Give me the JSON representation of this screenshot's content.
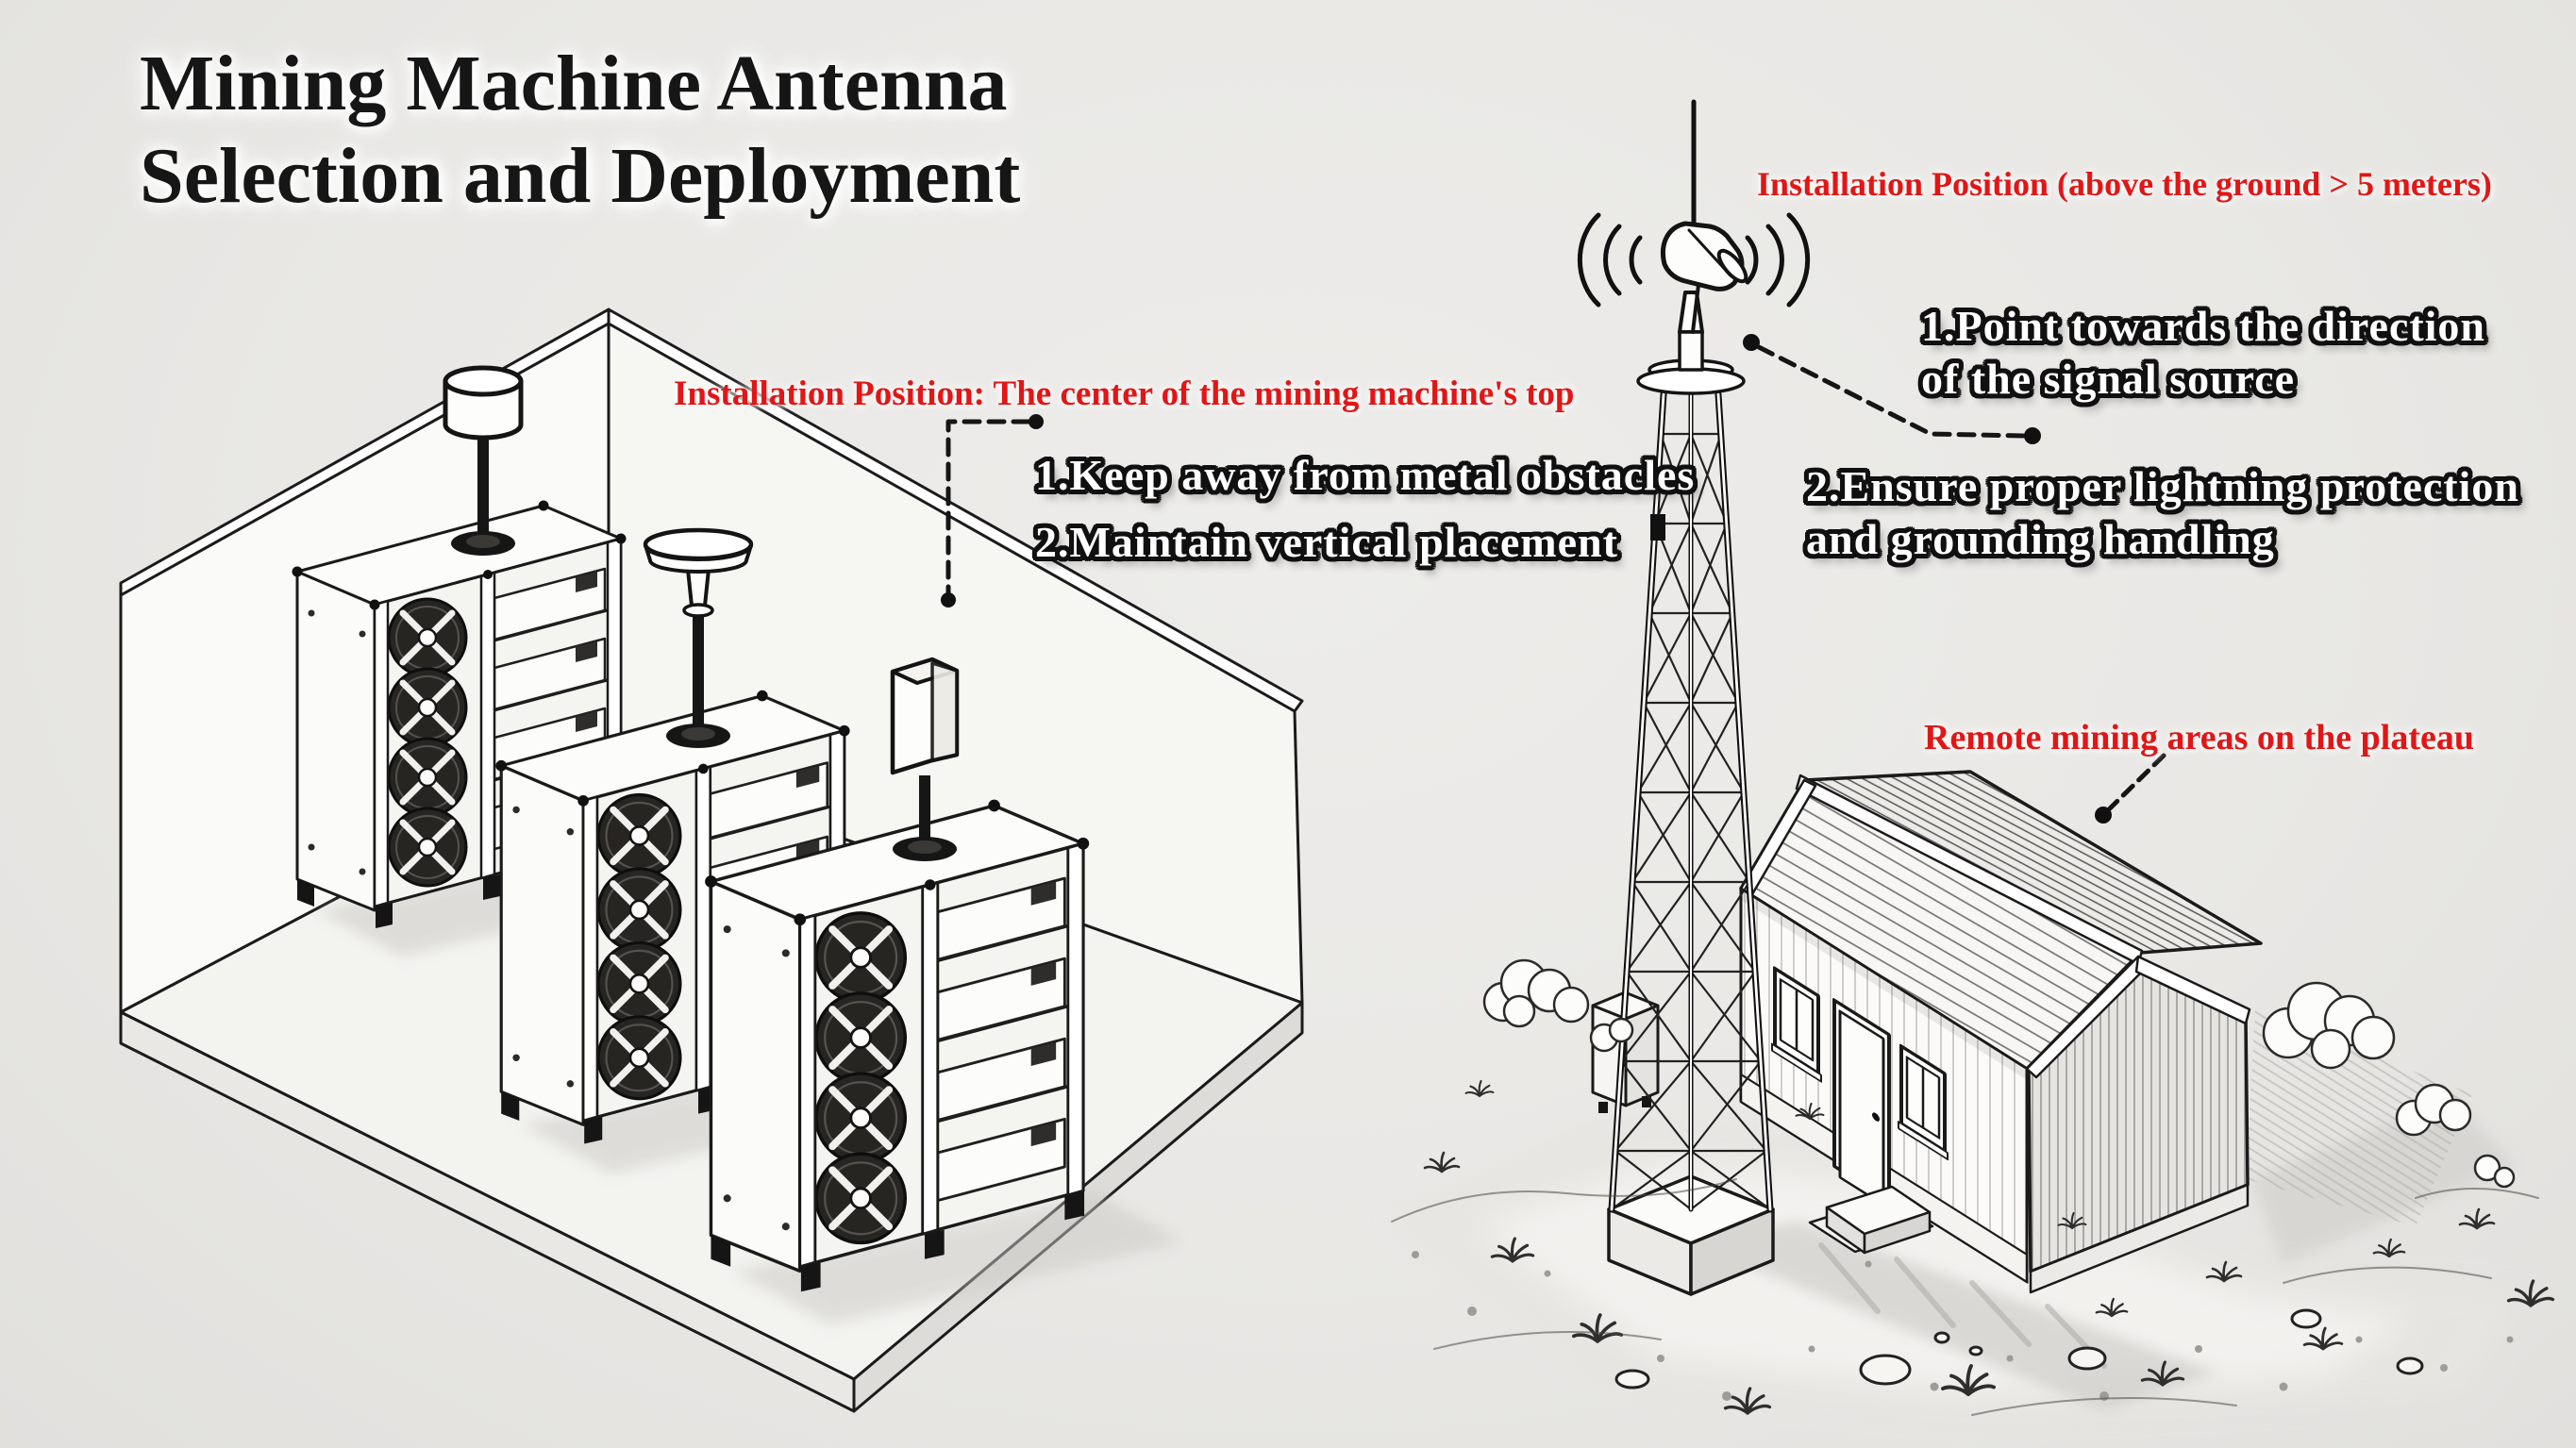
{
  "meta": {
    "bg": "#e9e8e5",
    "ink": "#161616",
    "red": "#e31515"
  },
  "title": {
    "line1": "Mining Machine Antenna",
    "line2": "Selection and Deployment"
  },
  "annotations": {
    "miner_position": {
      "text": "Installation Position: The center of the mining machine's top"
    },
    "miner_rules": {
      "lines": [
        "1.Keep away from metal obstacles",
        "2.Maintain vertical placement"
      ]
    },
    "tower_position": {
      "text": "Installation Position (above the ground > 5 meters)"
    },
    "tower_rule1": {
      "lines": [
        "1.Point towards the direction",
        "of the signal source"
      ]
    },
    "tower_rule2": {
      "lines": [
        "2.Ensure proper lightning protection",
        "and grounding handling"
      ]
    },
    "site": {
      "text": "Remote mining areas on the plateau"
    }
  }
}
